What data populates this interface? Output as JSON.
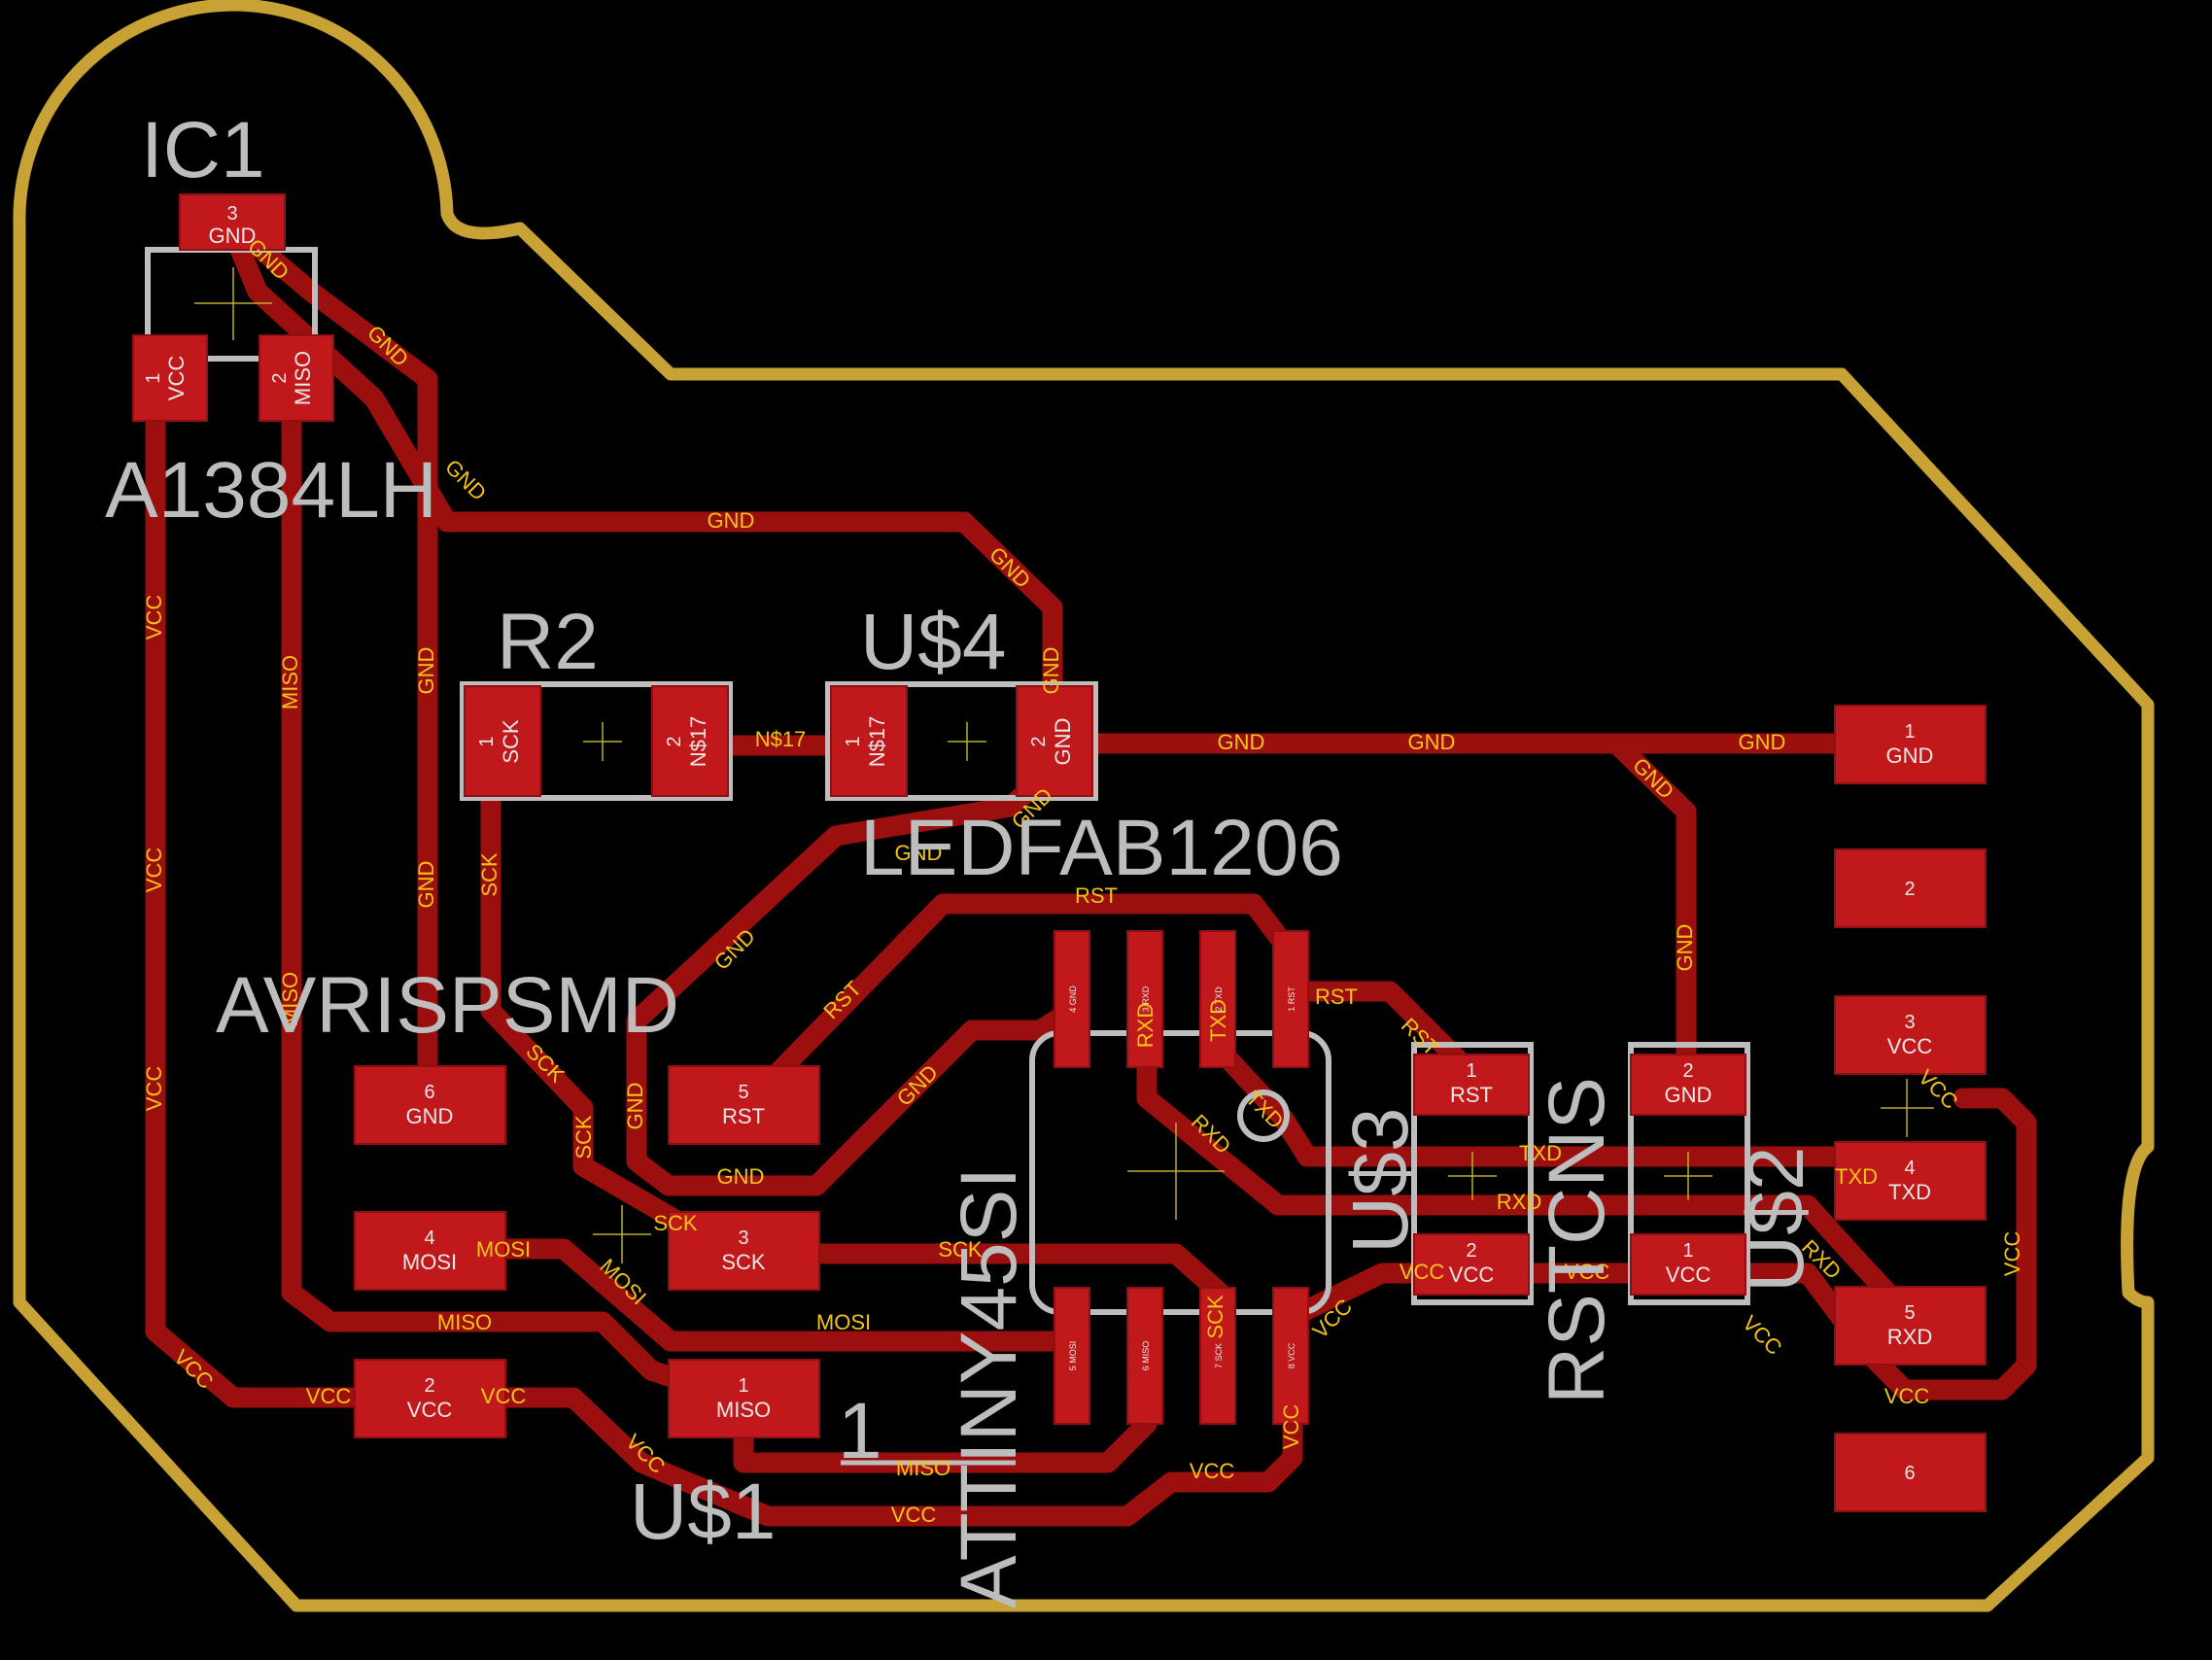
{
  "components": {
    "ic1": {
      "name": "IC1",
      "value": "A1384LH"
    },
    "r2": {
      "name": "R2"
    },
    "u4": {
      "name": "U$4",
      "value": "LEDFAB1206"
    },
    "avr": {
      "value": "AVRISPSMD"
    },
    "u1": {
      "name": "U$1",
      "pin1_marker": "1"
    },
    "attiny": {
      "value": "ATTINY45SI"
    },
    "u3": {
      "name": "U$3",
      "value": "RSTCNS"
    },
    "u2": {
      "name": "U$2"
    }
  },
  "pads": {
    "ic1_3": {
      "num": "3",
      "net": "GND"
    },
    "ic1_1": {
      "num": "1",
      "net": "VCC"
    },
    "ic1_2": {
      "num": "2",
      "net": "MISO"
    },
    "r2_1": {
      "num": "1",
      "net": "SCK"
    },
    "r2_2": {
      "num": "2",
      "net": "N$17"
    },
    "u4_1": {
      "num": "1",
      "net": "N$17"
    },
    "u4_2": {
      "num": "2",
      "net": "GND"
    },
    "avr_6": {
      "num": "6",
      "net": "GND"
    },
    "avr_5": {
      "num": "5",
      "net": "RST"
    },
    "avr_4": {
      "num": "4",
      "net": "MOSI"
    },
    "avr_3": {
      "num": "3",
      "net": "SCK"
    },
    "avr_2": {
      "num": "2",
      "net": "VCC"
    },
    "avr_1": {
      "num": "1",
      "net": "MISO"
    },
    "t4": {
      "num": "4",
      "net": "GND"
    },
    "t3": {
      "num": "3",
      "net": "RXD"
    },
    "t2": {
      "num": "2",
      "net": "TXD"
    },
    "t1": {
      "num": "1",
      "net": "RST"
    },
    "t5": {
      "num": "5",
      "net": "MOSI"
    },
    "t6": {
      "num": "6",
      "net": "MISO"
    },
    "t7": {
      "num": "7",
      "net": "SCK"
    },
    "t8": {
      "num": "8",
      "net": "VCC"
    },
    "u3_1": {
      "num": "1",
      "net": "RST"
    },
    "u3_2": {
      "num": "2",
      "net": "VCC"
    },
    "u2_2": {
      "num": "2",
      "net": "GND"
    },
    "u2_1": {
      "num": "1",
      "net": "VCC"
    },
    "h1": {
      "num": "1",
      "net": "GND"
    },
    "h2": {
      "num": "2",
      "net": ""
    },
    "h3": {
      "num": "3",
      "net": "VCC"
    },
    "h4": {
      "num": "4",
      "net": "TXD"
    },
    "h5": {
      "num": "5",
      "net": "RXD"
    },
    "h6": {
      "num": "6",
      "net": ""
    }
  },
  "nets": {
    "gnd": "GND",
    "vcc": "VCC",
    "miso": "MISO",
    "mosi": "MOSI",
    "sck": "SCK",
    "rst": "RST",
    "txd": "TXD",
    "rxd": "RXD",
    "n17": "N$17"
  },
  "colors": {
    "background": "#000000",
    "copper_trace": "#9b0f0f",
    "pad": "#c0181b",
    "board_outline": "#c8a234",
    "silkscreen": "#bdbdbd",
    "net_label": "#f2c418"
  }
}
